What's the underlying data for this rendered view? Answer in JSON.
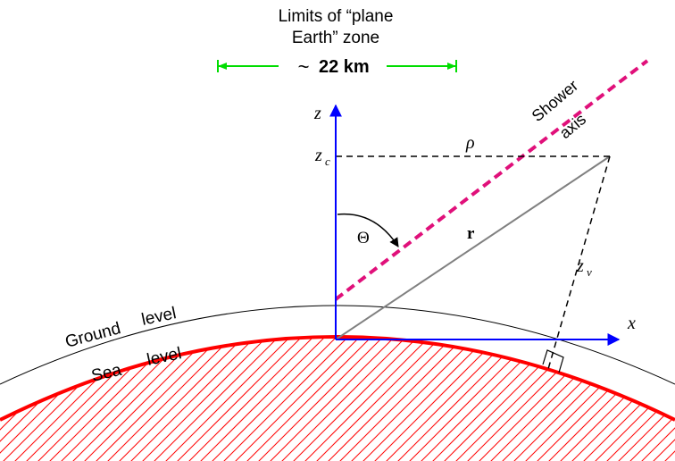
{
  "header": {
    "zone_line1": "Limits of “plane",
    "zone_line2": "Earth” zone",
    "distance_prefix": "~",
    "distance_value": "22 km"
  },
  "labels": {
    "z_axis": "z",
    "x_axis": "x",
    "zc": "z",
    "zc_sub": "c",
    "rho": "ρ",
    "theta": "Θ",
    "r": "r",
    "zv": "z",
    "zv_sub": "v",
    "shower_1": "Shower",
    "shower_2": "axis",
    "ground_word1": "Ground",
    "ground_word2": "level",
    "sea_word1": "Sea",
    "sea_word2": "level"
  },
  "colors": {
    "axes": "#0000ff",
    "shower_axis": "#e0107a",
    "sea_level": "#ff0000",
    "zone_marker": "#00dd00",
    "r_vector": "#808080",
    "ground_level": "#000000",
    "dashed": "#000000"
  }
}
